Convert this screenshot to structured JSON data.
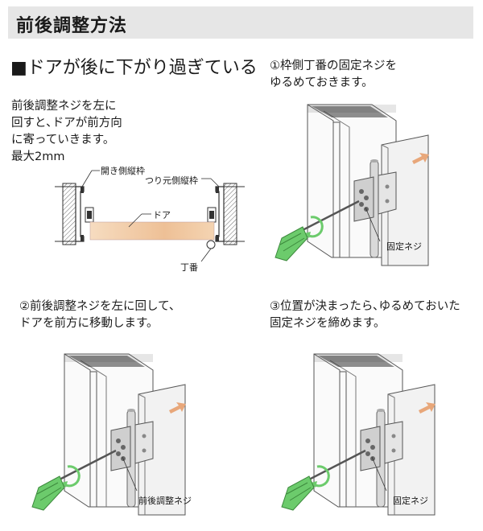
{
  "header": {
    "title": "前後調整方法"
  },
  "section": {
    "title": "■ドアが後に下がり過ぎている"
  },
  "intro": {
    "lines": [
      "前後調整ネジを左に",
      "回すと､ドアが前方向",
      "に寄っていきます。",
      "最大2mm"
    ]
  },
  "diagram": {
    "label_open_frame": "開き側縦枠",
    "label_hinge_frame": "つり元側縦枠",
    "label_door": "ドア",
    "label_hinge": "丁番"
  },
  "steps": [
    {
      "lines": [
        "①枠側丁番の固定ネジを",
        "ゆるめておきます。"
      ],
      "callout": "固定ネジ"
    },
    {
      "lines": [
        "②前後調整ネジを左に回して、",
        "ドアを前方に移動します。"
      ],
      "callout": "前後調整ネジ"
    },
    {
      "lines": [
        "③位置が決まったら､ゆるめておいた",
        "固定ネジを締めます。"
      ],
      "callout": "固定ネジ"
    }
  ],
  "colors": {
    "header_bg": "#e6e6e6",
    "door": "#efc79d",
    "screwdriver": "#6ccb6c",
    "arrow": "#e8a77a"
  }
}
